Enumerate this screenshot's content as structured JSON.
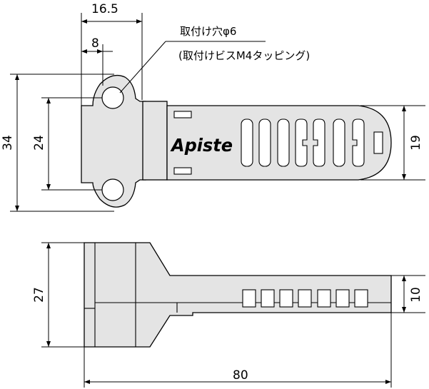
{
  "dimensions": {
    "top_width_outer": "16.5",
    "top_width_inner": "8",
    "left_height_outer": "34",
    "left_height_inner": "24",
    "right_height": "19",
    "side_height": "27",
    "side_small_height": "10",
    "total_length": "80"
  },
  "annotation": {
    "line1": "取付け穴φ6",
    "line2": "(取付けビスM4タッピング)"
  },
  "brand": {
    "logo_text": "Apiste"
  }
}
